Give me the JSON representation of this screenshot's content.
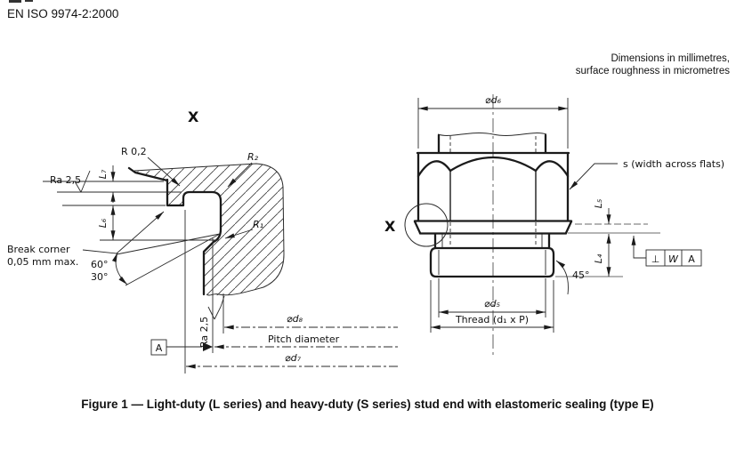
{
  "page": {
    "header": "EN ISO 9974-2:2000",
    "note_line1": "Dimensions in millimetres,",
    "note_line2": "surface roughness in micrometres",
    "caption": "Figure 1 — Light-duty (L series) and heavy-duty (S series) stud end with elastomeric sealing (type E)"
  },
  "detail_view": {
    "detail_label": "X",
    "radius_r02": "R 0,2",
    "radius_r2": "R₂",
    "radius_r1": "R₁",
    "roughness_top": "Ra 2,5",
    "roughness_side": "Ra 2,5",
    "dim_l7": "L₇",
    "dim_l6": "L₆",
    "break_corner_line1": "Break corner",
    "break_corner_line2": "0,05 mm max.",
    "angle_60": "60°",
    "angle_30": "30°",
    "dim_d8": "⌀d₈",
    "pitch_diameter": "Pitch diameter",
    "dim_d7": "⌀d₇",
    "datum_label": "A"
  },
  "stud_view": {
    "detail_label": "X",
    "dim_d6": "⌀d₆",
    "s_note": "s (width across flats)",
    "dim_l5": "L₅",
    "dim_l4": "L₄",
    "angle_45": "45°",
    "dim_d5": "⌀d₅",
    "thread_note": "Thread (d₁ x P)",
    "fcf": {
      "symbol": "⊥",
      "tolerance": "W",
      "datum": "A"
    }
  }
}
